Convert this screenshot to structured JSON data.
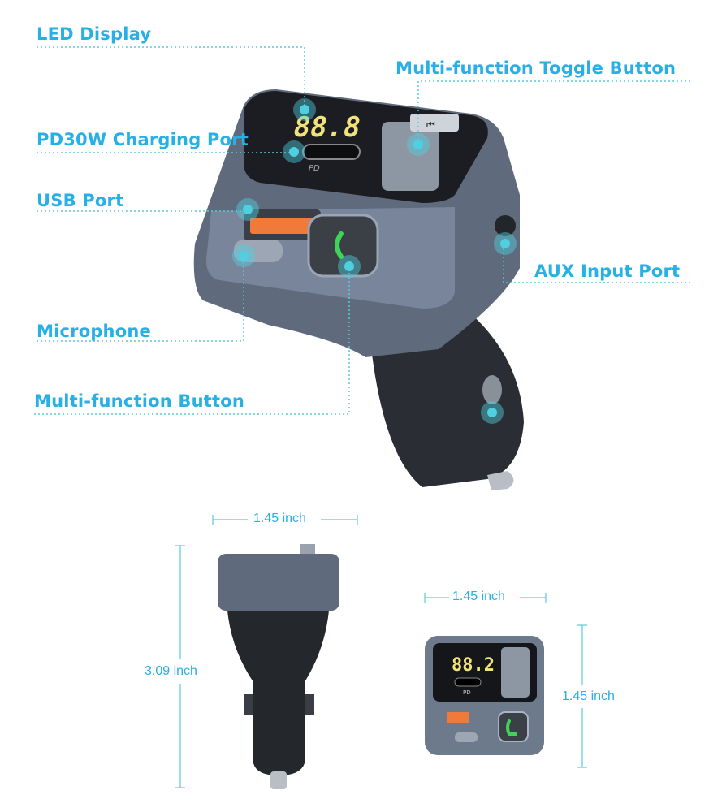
{
  "callouts": {
    "led_display": "LED Display",
    "toggle_button": "Multi-function Toggle Button",
    "pd_port": "PD30W Charging Port",
    "usb_port": "USB Port",
    "aux_port": "AUX Input Port",
    "microphone": "Microphone",
    "mf_button": "Multi-function Button"
  },
  "device": {
    "display_main": "88.8",
    "display_front": "88.2",
    "port_label": "PD"
  },
  "dimensions": {
    "side_width": "1.45 inch",
    "side_height": "3.09 inch",
    "front_width": "1.45 inch",
    "front_height": "1.45 inch"
  },
  "colors": {
    "accent": "#27b0e6",
    "leader": "#5cc9d8",
    "body": "#5f6b7c",
    "display_digits": "#f1e27a",
    "usb": "#f07a3a",
    "call_icon": "#3fd35a"
  }
}
